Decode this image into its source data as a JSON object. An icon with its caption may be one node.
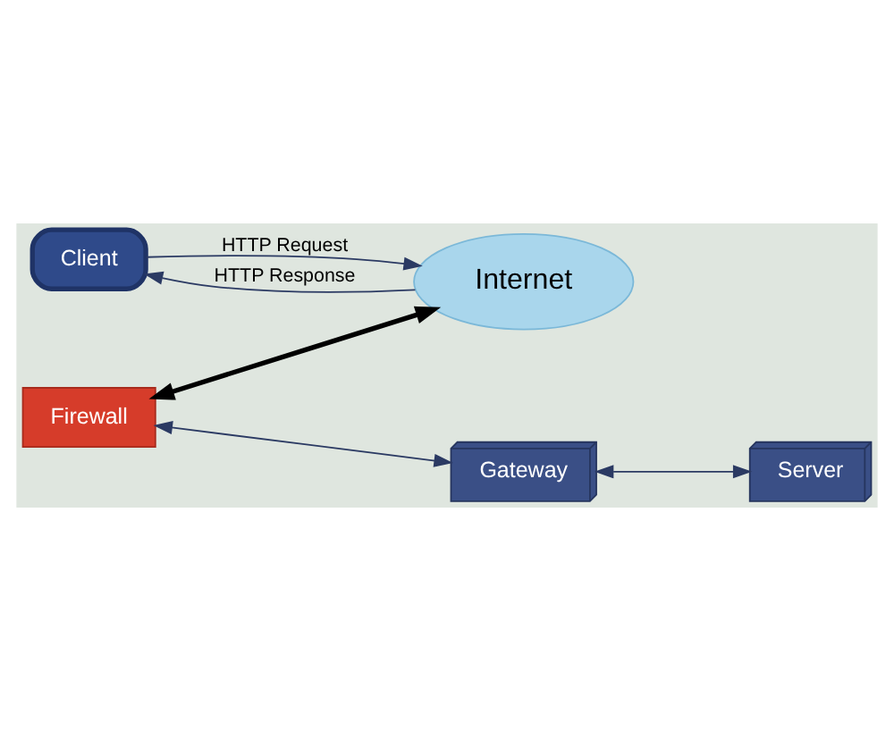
{
  "diagram": {
    "nodes": [
      {
        "text": [
          "Client"
        ]
      },
      {
        "text": [
          "Internet"
        ]
      },
      {
        "text": [
          "Firewall"
        ]
      },
      {
        "text": [
          "Gateway"
        ]
      },
      {
        "text": [
          "Server"
        ]
      }
    ],
    "edges": [
      {
        "from": 0,
        "to": 1,
        "label": "HTTP Request",
        "arrow": "to"
      },
      {
        "from": 1,
        "to": 0,
        "label": "HTTP Response",
        "arrow": "to"
      },
      {
        "from": 1,
        "to": 2,
        "arrow": "both",
        "style": "thick",
        "color": "#000000"
      },
      {
        "from": 2,
        "to": 3,
        "arrow": "both"
      },
      {
        "from": 3,
        "to": 4,
        "arrow": "both"
      }
    ]
  }
}
